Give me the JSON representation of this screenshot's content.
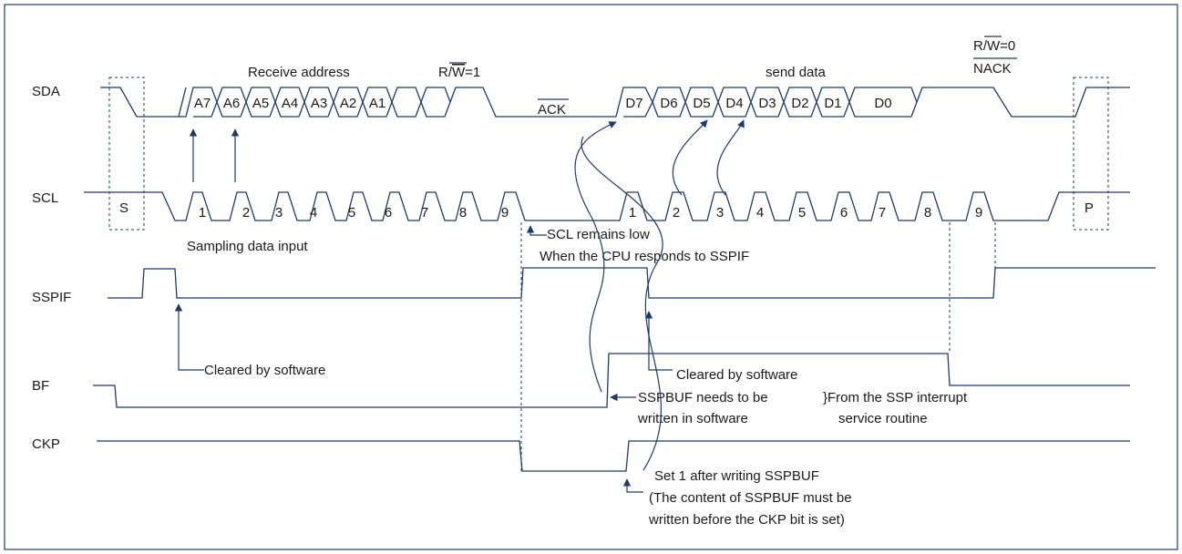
{
  "signals": {
    "sda": "SDA",
    "scl": "SCL",
    "sspif": "SSPIF",
    "bf": "BF",
    "ckp": "CKP"
  },
  "labels": {
    "receive_address": "Receive address",
    "rw1_prefix": "R/",
    "rw1_w": "W",
    "rw1_suffix": "=1",
    "ack": "ACK",
    "send_data": "send data",
    "rw0_prefix": "R/",
    "rw0_w": "W",
    "rw0_suffix": "=0",
    "nack": "NACK",
    "start": "S",
    "stop": "P",
    "sampling": "Sampling data input",
    "scl_low": "SCL remains low",
    "cpu_responds": "When the CPU responds to SSPIF",
    "cleared_1": "Cleared by software",
    "cleared_2": "Cleared by software",
    "sspbuf_write_1": "SSPBUF needs to be",
    "sspbuf_write_2": "written in software",
    "from_ssp_1": "}From the SSP interrupt",
    "from_ssp_2": "service routine",
    "set1_line1": "Set 1 after writing SSPBUF",
    "set1_line2": "(The content of SSPBUF must be",
    "set1_line3": "written before the CKP bit is set)"
  },
  "address_bits": [
    "A7",
    "A6",
    "A5",
    "A4",
    "A3",
    "A2",
    "A1"
  ],
  "data_bits": [
    "D7",
    "D6",
    "D5",
    "D4",
    "D3",
    "D2",
    "D1",
    "D0"
  ],
  "scl_pulses_1": [
    "1",
    "2",
    "3",
    "4",
    "5",
    "6",
    "7",
    "8",
    "9"
  ],
  "scl_pulses_2": [
    "1",
    "2",
    "3",
    "4",
    "5",
    "6",
    "7",
    "8",
    "9"
  ],
  "colors": {
    "line": "#1f3a6e",
    "text": "#1a1a1a"
  }
}
